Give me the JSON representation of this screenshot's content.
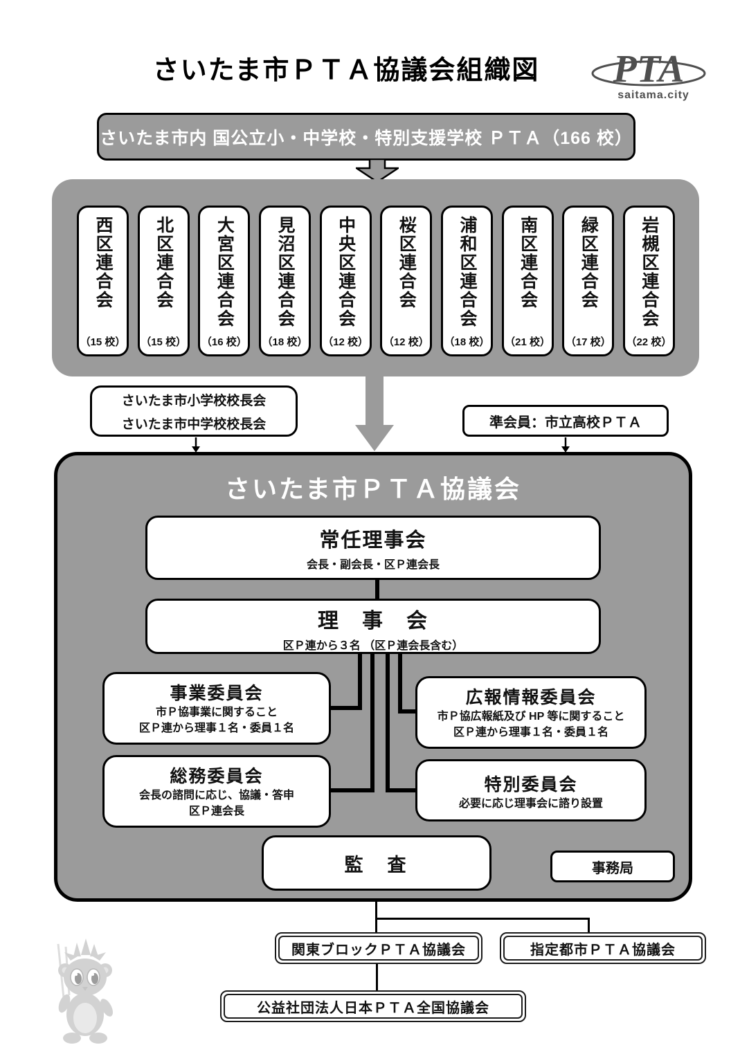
{
  "page": {
    "title": "さいたま市ＰＴＡ協議会組織図"
  },
  "logo": {
    "text": "PTA",
    "subtext": "saitama.city"
  },
  "top_box": {
    "label": "さいたま市内 国公立小・中学校・特別支援学校 ＰＴＡ（166 校）"
  },
  "districts": [
    {
      "name": "西区連合会",
      "count": "（15 校）"
    },
    {
      "name": "北区連合会",
      "count": "（15 校）"
    },
    {
      "name": "大宮区連合会",
      "count": "（16 校）"
    },
    {
      "name": "見沼区連合会",
      "count": "（18 校）"
    },
    {
      "name": "中央区連合会",
      "count": "（12 校）"
    },
    {
      "name": "桜区連合会",
      "count": "（12 校）"
    },
    {
      "name": "浦和区連合会",
      "count": "（18 校）"
    },
    {
      "name": "南区連合会",
      "count": "（21 校）"
    },
    {
      "name": "緑区連合会",
      "count": "（17 校）"
    },
    {
      "name": "岩槻区連合会",
      "count": "（22 校）"
    }
  ],
  "side_boxes": {
    "principals_line1": "さいたま市小学校校長会",
    "principals_line2": "さいたま市中学校校長会",
    "associate": "準会員：市立高校ＰＴＡ"
  },
  "council": {
    "title": "さいたま市ＰＴＡ協議会",
    "standing_board": {
      "title": "常任理事会",
      "subtitle": "会長・副会長・区Ｐ連会長"
    },
    "board": {
      "title": "理　事　会",
      "subtitle": "区Ｐ連から３名 （区Ｐ連会長含む）"
    },
    "committees": {
      "business": {
        "title": "事業委員会",
        "line1": "市Ｐ協事業に関すること",
        "line2": "区Ｐ連から理事１名・委員１名"
      },
      "publicity": {
        "title": "広報情報委員会",
        "line1": "市Ｐ協広報紙及び HP 等に関すること",
        "line2": "区Ｐ連から理事１名・委員１名"
      },
      "general_affairs": {
        "title": "総務委員会",
        "line1": "会長の諮問に応じ、協議・答申",
        "line2": "区Ｐ連会長"
      },
      "special": {
        "title": "特別委員会",
        "line1": "必要に応じ理事会に諮り設置"
      }
    },
    "audit": "監　査",
    "secretariat": "事務局"
  },
  "external": {
    "kanto_block": "関東ブロックＰＴＡ協議会",
    "designated_city": "指定都市ＰＴＡ協議会",
    "national": "公益社団法人日本ＰＴＡ全国協議会"
  },
  "colors": {
    "panel_gray": "#9b9b9b",
    "line_black": "#000000",
    "logo_gray": "#4f4f4f"
  }
}
